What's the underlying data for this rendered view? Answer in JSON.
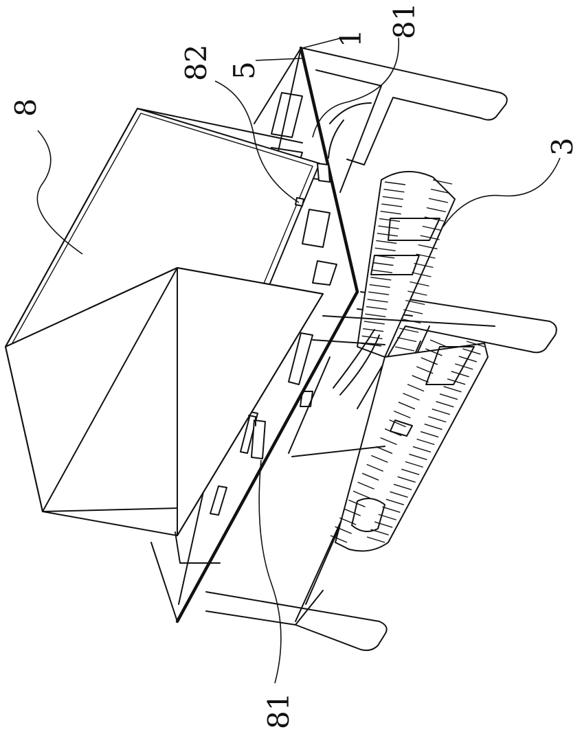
{
  "figure": {
    "labels": {
      "box": "8",
      "crossbar": "82",
      "panel": "5",
      "frame": "1",
      "guide_top": "81",
      "track": "3",
      "guide_bottom": "81"
    }
  },
  "colors": {
    "line": "#111111",
    "background": "#ffffff"
  }
}
